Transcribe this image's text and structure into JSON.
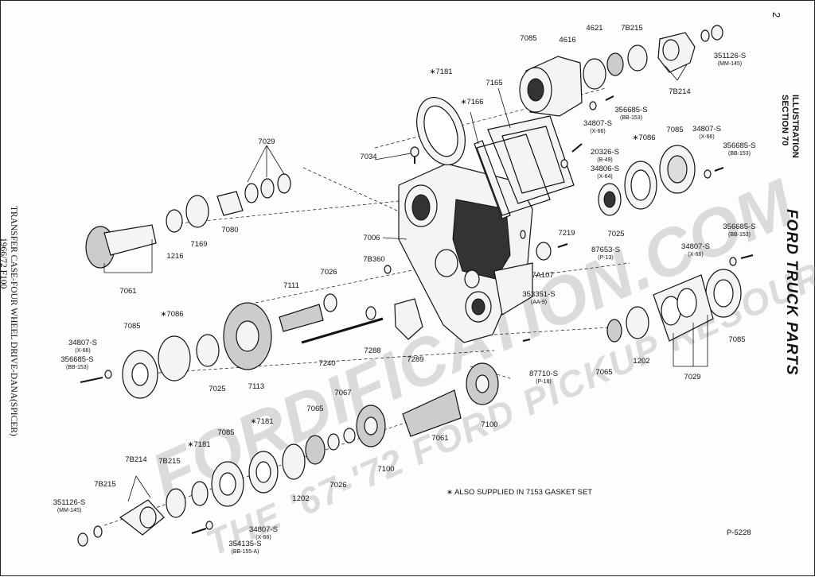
{
  "sheet": {
    "page_number": "2",
    "side_title_line1": "TRANSFER CASE-FOUR WHEEL DRIVE-DANA(SPICER)",
    "side_title_line2": "1966/72  F100",
    "illustration_line1": "ILLUSTRATION",
    "illustration_line2": "SECTION 70",
    "brand": "FORD TRUCK PARTS",
    "footnote": "∗ ALSO SUPPLIED IN 7153 GASKET SET",
    "plate_number": "P-5228"
  },
  "watermark": {
    "line1": "FORDIFICATION.COM",
    "line2": "THE '67-'72 FORD PICKUP RESOURCE"
  },
  "callouts": [
    {
      "text": "7085"
    },
    {
      "text": "4616"
    },
    {
      "text": "4621"
    },
    {
      "text": "7B215"
    },
    {
      "text": "351126-S",
      "sub": "(MM-145)"
    },
    {
      "text": "7B214"
    },
    {
      "text": "∗7181"
    },
    {
      "text": "7165"
    },
    {
      "text": "∗7166"
    },
    {
      "text": "356685-S",
      "sub": "(BB-153)"
    },
    {
      "text": "34807-S",
      "sub": "(X-66)"
    },
    {
      "text": "∗7086"
    },
    {
      "text": "7085"
    },
    {
      "text": "34807-S",
      "sub": "(X-66)"
    },
    {
      "text": "356685-S",
      "sub": "(BB-153)"
    },
    {
      "text": "7034"
    },
    {
      "text": "20326-S",
      "sub": "(B-49)"
    },
    {
      "text": "34806-S",
      "sub": "(X-64)"
    },
    {
      "text": "7029"
    },
    {
      "text": "7025"
    },
    {
      "text": "7006"
    },
    {
      "text": "7219"
    },
    {
      "text": "87653-S",
      "sub": "(P-13)"
    },
    {
      "text": "356685-S",
      "sub": "(BB-153)"
    },
    {
      "text": "34807-S",
      "sub": "(X-66)"
    },
    {
      "text": "1216"
    },
    {
      "text": "7169"
    },
    {
      "text": "7080"
    },
    {
      "text": "7061"
    },
    {
      "text": "7B360"
    },
    {
      "text": "7026"
    },
    {
      "text": "7A107"
    },
    {
      "text": "353351-S",
      "sub": "(AA-9)"
    },
    {
      "text": "7111"
    },
    {
      "text": "7085"
    },
    {
      "text": "∗7086"
    },
    {
      "text": "34807-S",
      "sub": "(X-66)"
    },
    {
      "text": "356685-S",
      "sub": "(BB-153)"
    },
    {
      "text": "7025"
    },
    {
      "text": "7113"
    },
    {
      "text": "7240"
    },
    {
      "text": "7288"
    },
    {
      "text": "7289"
    },
    {
      "text": "87710-S",
      "sub": "(P-16)"
    },
    {
      "text": "7065"
    },
    {
      "text": "1202"
    },
    {
      "text": "7029"
    },
    {
      "text": "7085"
    },
    {
      "text": "7067"
    },
    {
      "text": "∗7181"
    },
    {
      "text": "7065"
    },
    {
      "text": "7085"
    },
    {
      "text": "∗7181"
    },
    {
      "text": "7B214"
    },
    {
      "text": "7B215"
    },
    {
      "text": "7B215"
    },
    {
      "text": "351126-S",
      "sub": "(MM-145)"
    },
    {
      "text": "1202"
    },
    {
      "text": "7026"
    },
    {
      "text": "7100"
    },
    {
      "text": "7061"
    },
    {
      "text": "7100"
    },
    {
      "text": "34807-S",
      "sub": "(X-66)"
    },
    {
      "text": "354135-S",
      "sub": "(BB-155-A)"
    }
  ]
}
